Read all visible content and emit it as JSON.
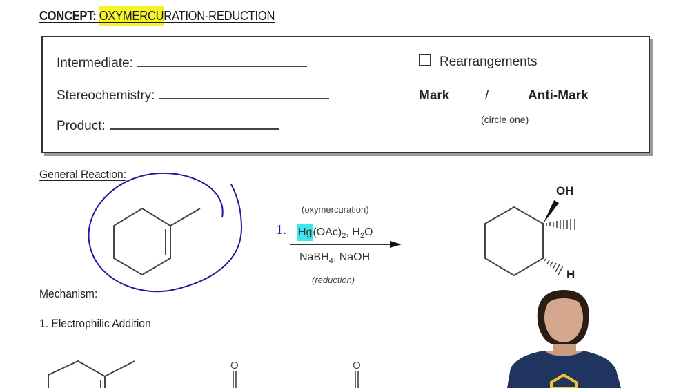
{
  "page": {
    "title_prefix": "CONCEPT:",
    "title_highlighted": "OXYMERCU",
    "title_rest": "RATION-REDUCTION",
    "highlight_color": "#f5f52a"
  },
  "summary_box": {
    "fields": [
      {
        "label": "Intermediate:",
        "value": ""
      },
      {
        "label": "Stereochemistry:",
        "value": ""
      },
      {
        "label": "Product:",
        "value": ""
      }
    ],
    "rearrangements": {
      "label": "Rearrangements",
      "checked": false
    },
    "regiochemistry": {
      "option_a": "Mark",
      "separator": "/",
      "option_b": "Anti-Mark",
      "hint": "(circle one)"
    }
  },
  "general_reaction": {
    "heading": "General Reaction:",
    "reactant": "1-methylcyclohexene",
    "annotation_circle_color": "#1a1aa0",
    "step_number_annotation": "1.",
    "above_arrow_label": "(oxymercuration)",
    "reagent_1": {
      "hg": "Hg",
      "rest_a": "(OAc)",
      "sub_a": "2",
      "rest_b": ", H",
      "sub_b": "2",
      "rest_c": "O"
    },
    "reagent_2": {
      "a": "NaBH",
      "sub": "4",
      "b": ", NaOH"
    },
    "below_arrow_label": "(reduction)",
    "hg_highlight_color": "#3ee6ee",
    "product": {
      "oh_label": "OH",
      "h_label": "H"
    }
  },
  "mechanism": {
    "heading": "Mechanism:",
    "step_1": "1. Electrophilic Addition",
    "carbonyl_o_1": "O",
    "carbonyl_o_2": "O"
  }
}
